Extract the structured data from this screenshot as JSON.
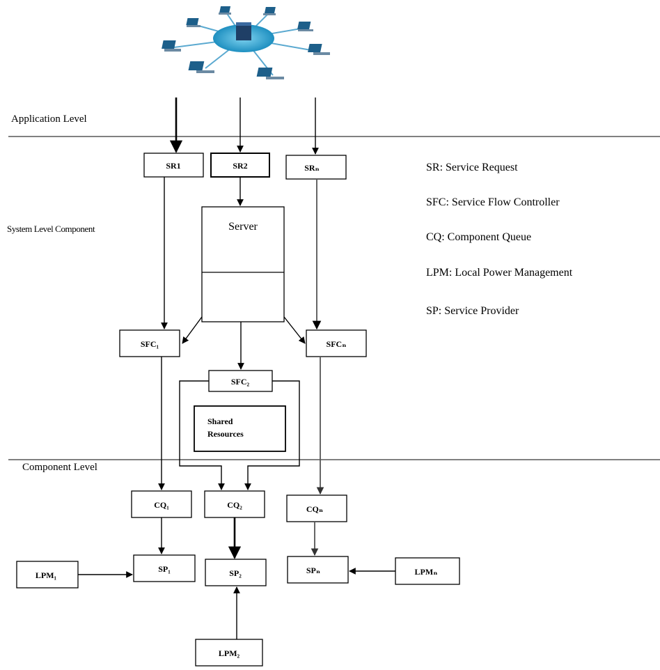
{
  "levels": {
    "application": "Application Level",
    "system": "System Level Component",
    "component": "Component Level"
  },
  "boxes": {
    "sr1": "SR1",
    "sr2": "SR2",
    "srn": "SRₙ",
    "server": "Server",
    "sfc1": "SFC₁",
    "sfc2": "SFC₂",
    "sfcn": "SFCₙ",
    "shared_line1": "Shared",
    "shared_line2": "Resources",
    "cq1": "CQ₁",
    "cq2": "CQ₂",
    "cqn": "CQₙ",
    "sp1": "SP₁",
    "sp2": "SP₂",
    "spn": "SPₙ",
    "lpm1": "LPM₁",
    "lpm2": "LPM₂",
    "lpmn": "LPMₙ"
  },
  "legend": [
    "SR: Service Request",
    "SFC: Service Flow Controller",
    "CQ: Component Queue",
    "LPM: Local Power Management",
    "SP: Service Provider"
  ],
  "icons": {
    "network": "network-cluster-icon",
    "hub_color": "#2aa7d6",
    "laptop_color": "#1d5f8a"
  }
}
